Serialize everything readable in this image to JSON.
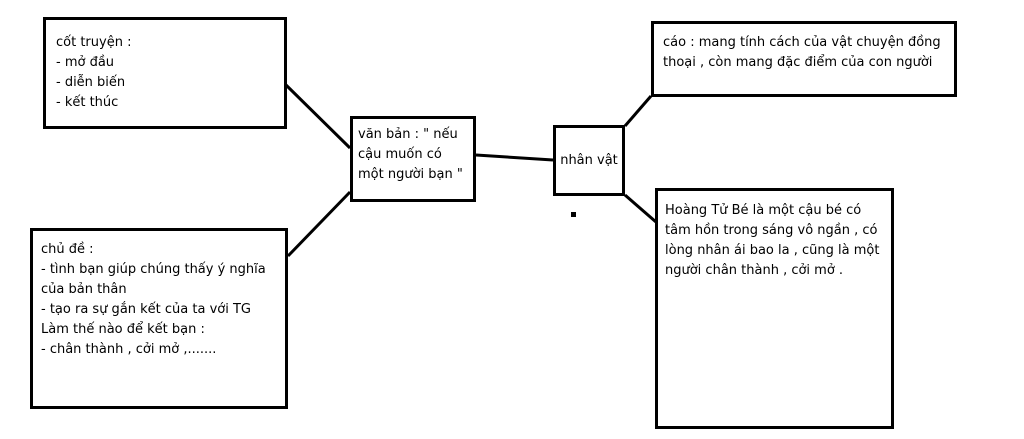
{
  "diagram": {
    "center": {
      "lines": [
        "văn bản : \" nếu",
        "cậu muốn có",
        "một người bạn \""
      ]
    },
    "plot": {
      "lines": [
        "cốt truyện :",
        "- mở đầu",
        "- diễn biến",
        "- kết thúc"
      ]
    },
    "theme": {
      "lines": [
        "chủ đề :",
        "- tình bạn giúp chúng thấy ý nghĩa",
        "của bản thân",
        "- tạo ra sự gắn kết của ta với TG",
        "Làm thế nào để kết bạn :",
        "- chân thành , cởi mở ,......."
      ]
    },
    "character": {
      "label": "nhân vật"
    },
    "fox": {
      "lines": [
        "cáo : mang tính cách của vật chuyện đồng",
        "thoại , còn mang đặc điểm của con người"
      ]
    },
    "little_prince": {
      "lines": [
        "Hoàng Tử Bé là một cậu bé có",
        "tâm hồn trong sáng vô ngần , có",
        "lòng nhân ái bao la , cũng là một",
        "người chân thành , cởi mở ."
      ]
    },
    "edges": [
      {
        "from": "plot",
        "to": "center"
      },
      {
        "from": "theme",
        "to": "center"
      },
      {
        "from": "center",
        "to": "character"
      },
      {
        "from": "character",
        "to": "fox"
      },
      {
        "from": "character",
        "to": "little_prince"
      }
    ],
    "colors": {
      "stroke": "#000000",
      "fill": "#ffffff",
      "text": "#000000"
    }
  }
}
